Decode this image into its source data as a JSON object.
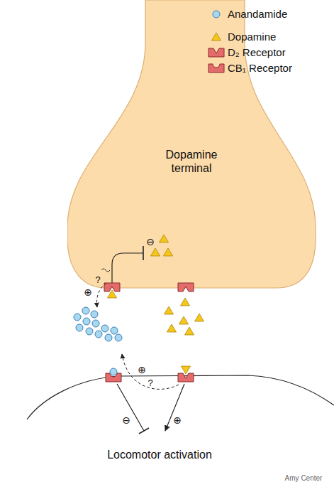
{
  "diagram": {
    "nodes": [
      {
        "text": [
          "Dopamine terminal"
        ]
      },
      {
        "text": [
          "Locomotor activation"
        ]
      }
    ],
    "labels": [
      "⊖",
      "?",
      "⊕",
      "⊕",
      "?",
      "⊖",
      "⊕",
      "Amy Center"
    ],
    "legend": [
      {
        "text": "Anandamide"
      },
      {
        "text": "Dopamine"
      },
      {
        "text": "D₂ Receptor"
      },
      {
        "text": "CB₁ Receptor"
      }
    ]
  }
}
